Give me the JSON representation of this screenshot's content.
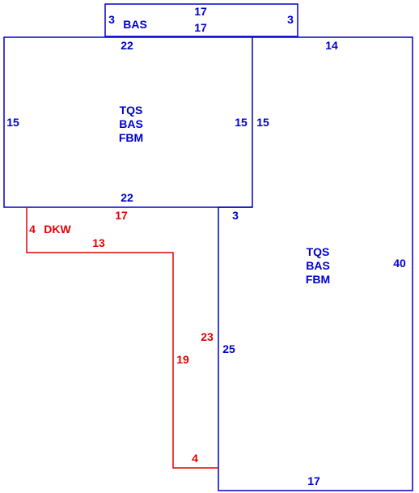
{
  "colors": {
    "structure": "#0000cc",
    "deck": "#e60000",
    "background": "#ffffff"
  },
  "areas": {
    "bay": {
      "code": "BAS",
      "dims": {
        "top": "17",
        "bottom": "17",
        "left": "3",
        "right": "3"
      }
    },
    "main_left": {
      "codes": [
        "TQS",
        "BAS",
        "FBM"
      ],
      "dims": {
        "top": "22",
        "bottom": "22",
        "left": "15",
        "right": "15"
      }
    },
    "main_right": {
      "codes": [
        "TQS",
        "BAS",
        "FBM"
      ],
      "dims": {
        "top": "14",
        "left_upper": "15",
        "step": "3",
        "left_lower": "25",
        "right": "40",
        "bottom": "17"
      }
    },
    "deck": {
      "code": "DKW",
      "dims": {
        "top": "17",
        "left": "4",
        "mid": "13",
        "right_inner": "19",
        "right_outer": "23",
        "bottom": "4"
      }
    }
  }
}
